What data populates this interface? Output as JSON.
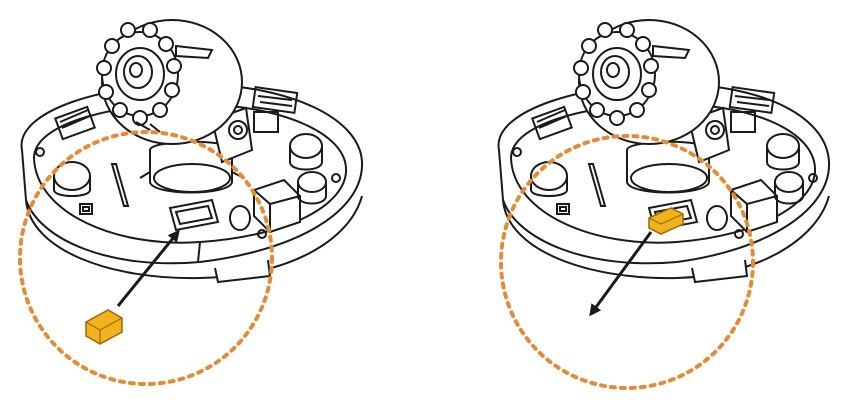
{
  "figure": {
    "panels": [
      {
        "id": "insert",
        "action": "insert-sd-card"
      },
      {
        "id": "remove",
        "action": "remove-sd-card"
      }
    ],
    "colors": {
      "line": "#1a1a1a",
      "highlight_circle": "#e58a36",
      "sd_card": "#f2b21d",
      "sd_card_edge": "#9a6a06",
      "background": "#ffffff"
    },
    "icons": [
      "dome-camera-icon",
      "sd-card-icon",
      "arrow-icon",
      "highlight-circle-icon"
    ]
  }
}
